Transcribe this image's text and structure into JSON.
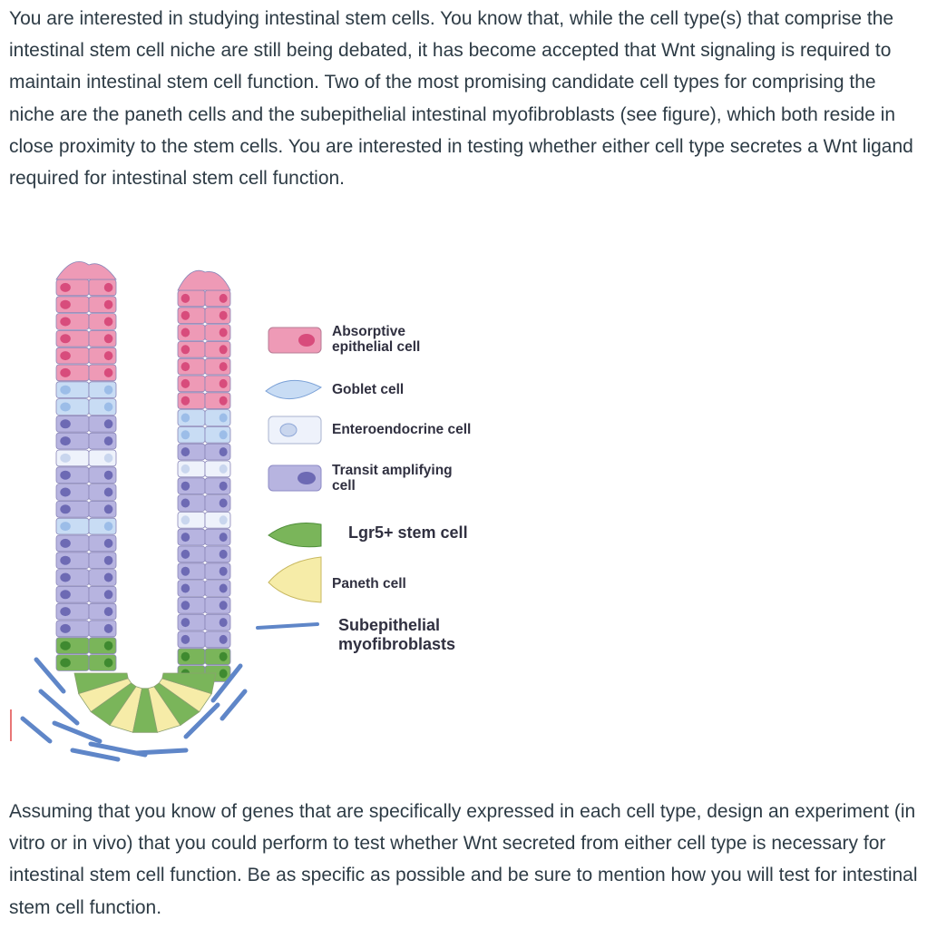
{
  "paragraphs": [
    "You are interested in studying intestinal stem cells. You know that, while the cell type(s) that comprise the intestinal stem cell niche are still being debated, it has become accepted that Wnt signaling is required to maintain intestinal stem cell function. Two of the most promising candidate cell types for comprising the niche are the paneth cells and the subepithelial intestinal myofibroblasts (see figure), which both reside in close proximity to the stem cells. You are interested in testing whether either cell type secretes a Wnt ligand required for intestinal stem cell function.",
    "Assuming that you know of genes that are specifically expressed in each cell type, design an experiment (in vitro or in vivo) that you could perform to test whether Wnt secreted from either cell type is necessary for intestinal stem cell function. Be as specific as possible and be sure to mention how you will test for intestinal stem cell function."
  ],
  "legend": [
    {
      "label_line1": "Absorptive",
      "label_line2": "epithelial cell",
      "color": "#ee9ab6"
    },
    {
      "label_line1": "Goblet cell",
      "label_line2": "",
      "color": "#c8dcf4"
    },
    {
      "label_line1": "Enteroendocrine cell",
      "label_line2": "",
      "color": "#eef2fb"
    },
    {
      "label_line1": "Transit amplifying",
      "label_line2": "cell",
      "color": "#b7b4e0"
    },
    {
      "label_line1": "Lgr5+ stem cell",
      "label_line2": "",
      "color": "#7ab55a"
    },
    {
      "label_line1": "Paneth cell",
      "label_line2": "",
      "color": "#f6eca8"
    },
    {
      "label_line1": "Subepithelial",
      "label_line2": "myofibroblasts",
      "color": "#5f86c8"
    }
  ]
}
